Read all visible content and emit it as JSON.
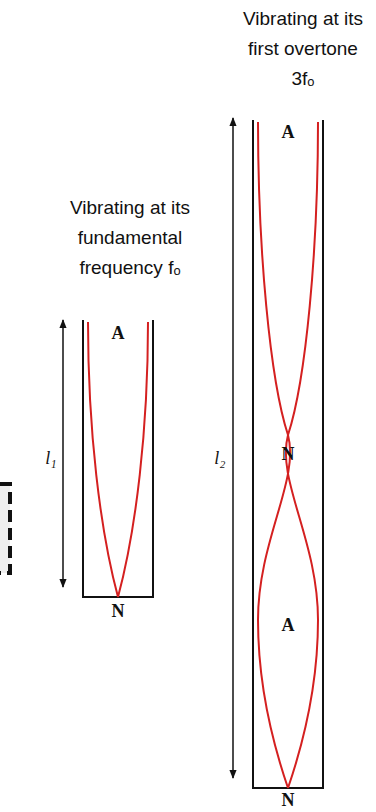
{
  "diagram": {
    "labels": [
      "Vibrating at its first overtone 3fₒ",
      "A",
      "Vibrating at its fundamental frequency fₒ",
      "A",
      "l₁",
      "l₂",
      "N",
      "N",
      "A",
      "N"
    ]
  }
}
